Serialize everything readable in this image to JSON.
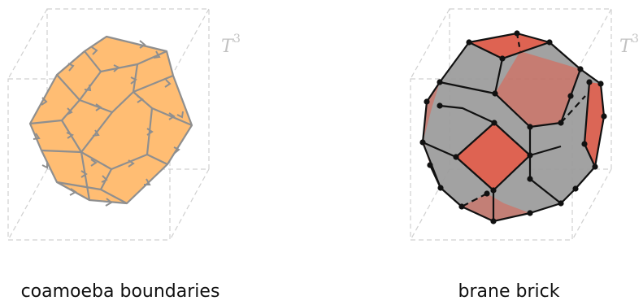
{
  "panels": [
    {
      "caption": "coamoeba boundaries",
      "torus_label": "T",
      "torus_exp": "3"
    },
    {
      "caption": "brane brick",
      "torus_label": "T",
      "torus_exp": "3"
    }
  ],
  "colors": {
    "coamoeba_fill": "#ffbd73",
    "coamoeba_edge": "#8f8f8f",
    "brick_gray": "#9a9a9a",
    "brick_red": "#de6352",
    "brick_edge": "#111111",
    "cube_dash": "#cfcfcf"
  }
}
